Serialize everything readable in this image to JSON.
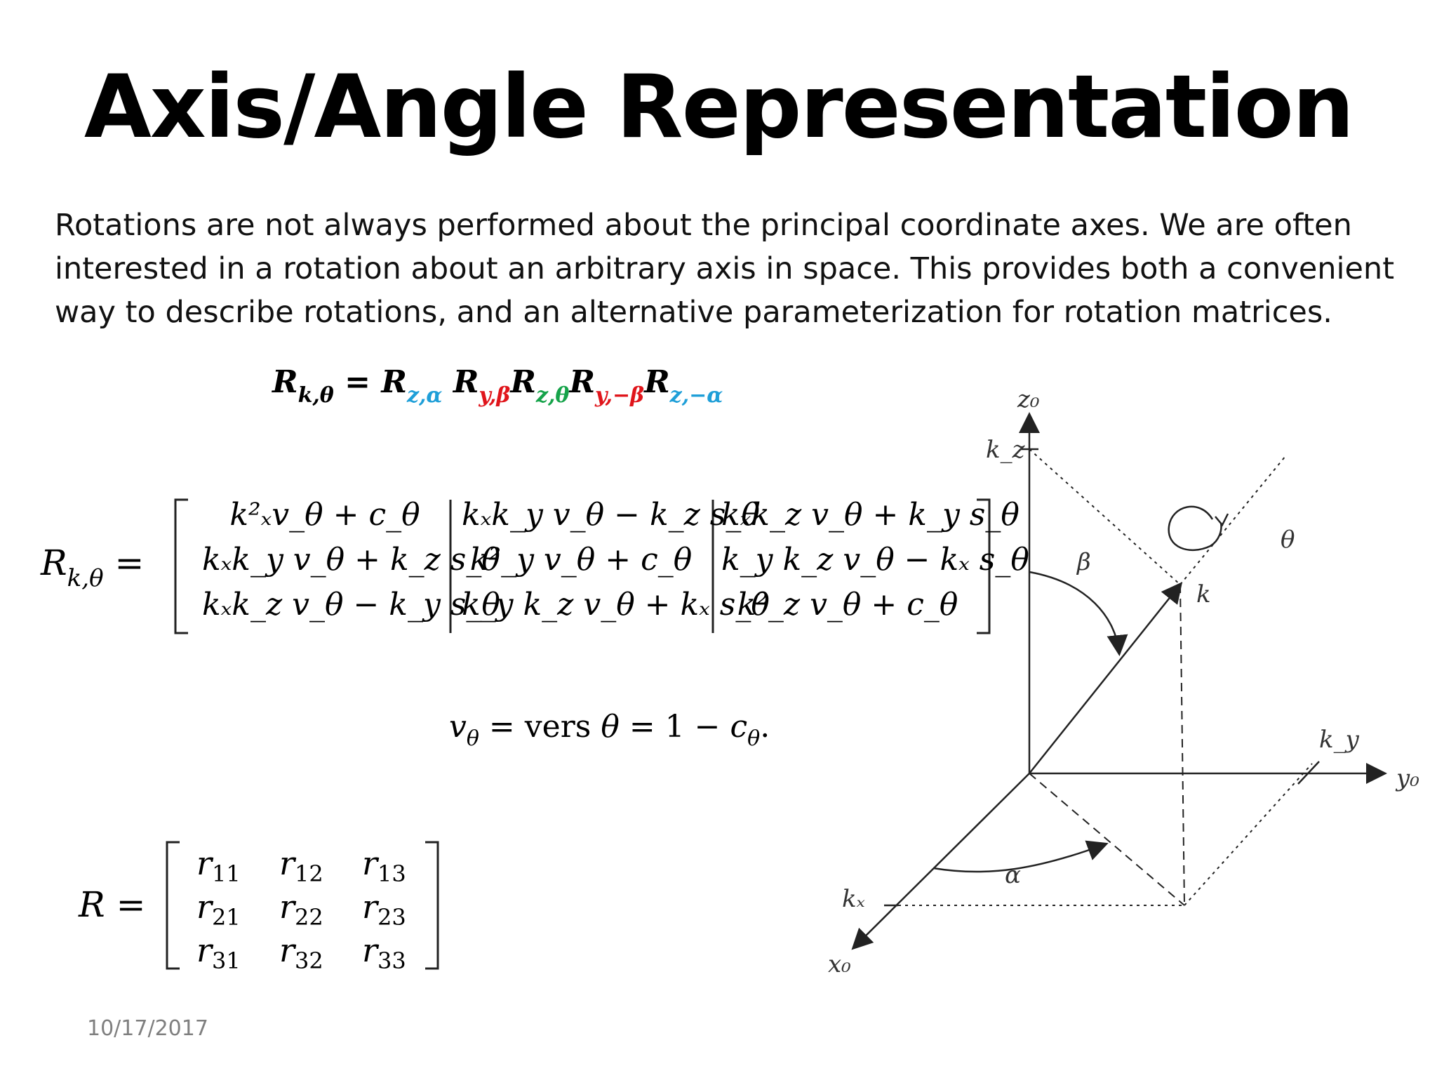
{
  "slide": {
    "title": "Axis/Angle Representation",
    "body_lines": [
      "Rotations are not always performed about the principal coordinate axes. We are often",
      "interested in a rotation about an arbitrary axis in space. This provides both a convenient",
      "way to describe rotations, and an alternative parameterization for rotation matrices."
    ],
    "date": "10/17/2017"
  },
  "colors": {
    "blue": "#1f9fd8",
    "red": "#e0151b",
    "green": "#16a34a",
    "date_gray": "#7f7f7f"
  },
  "equation_top": {
    "lhs": "R",
    "lhs_sub": "k,θ",
    "equals": "=",
    "factors": [
      {
        "base": "R",
        "sub": "z,α",
        "color": "blue"
      },
      {
        "base": "R",
        "sub": "y,β",
        "color": "red"
      },
      {
        "base": "R",
        "sub": "z,θ",
        "color": "green"
      },
      {
        "base": "R",
        "sub": "y,−β",
        "color": "red"
      },
      {
        "base": "R",
        "sub": "z,−α",
        "color": "blue"
      }
    ]
  },
  "rotation_matrix": {
    "lhs": "R",
    "lhs_sub": "k,θ",
    "equals": "=",
    "rows": [
      [
        "k²ₓv_θ + c_θ",
        "kₓk_y v_θ − k_z s_θ",
        "kₓk_z v_θ + k_y s_θ"
      ],
      [
        "kₓk_y v_θ + k_z s_θ",
        "k²_y v_θ + c_θ",
        "k_y k_z v_θ − kₓ s_θ"
      ],
      [
        "kₓk_z v_θ − k_y s_θ",
        "k_y k_z v_θ + kₓ s_θ",
        "k²_z v_θ + c_θ"
      ]
    ]
  },
  "vers_equation": {
    "v": "v",
    "v_sub": "θ",
    "eq1": "=",
    "vers": "vers",
    "theta": "θ",
    "eq2": "= 1 −",
    "c": "c",
    "c_sub": "θ",
    "dot": "."
  },
  "generic_matrix": {
    "lhs": "R",
    "equals": "=",
    "cells": [
      [
        "r",
        "11"
      ],
      [
        "r",
        "12"
      ],
      [
        "r",
        "13"
      ],
      [
        "r",
        "21"
      ],
      [
        "r",
        "22"
      ],
      [
        "r",
        "23"
      ],
      [
        "r",
        "31"
      ],
      [
        "r",
        "32"
      ],
      [
        "r",
        "33"
      ]
    ]
  },
  "diagram": {
    "labels": {
      "z0": "z₀",
      "kz": "k_z",
      "theta": "θ",
      "beta": "β",
      "k": "k",
      "ky": "k_y",
      "y0": "y₀",
      "alpha": "α",
      "kx": "kₓ",
      "x0": "x₀"
    }
  }
}
